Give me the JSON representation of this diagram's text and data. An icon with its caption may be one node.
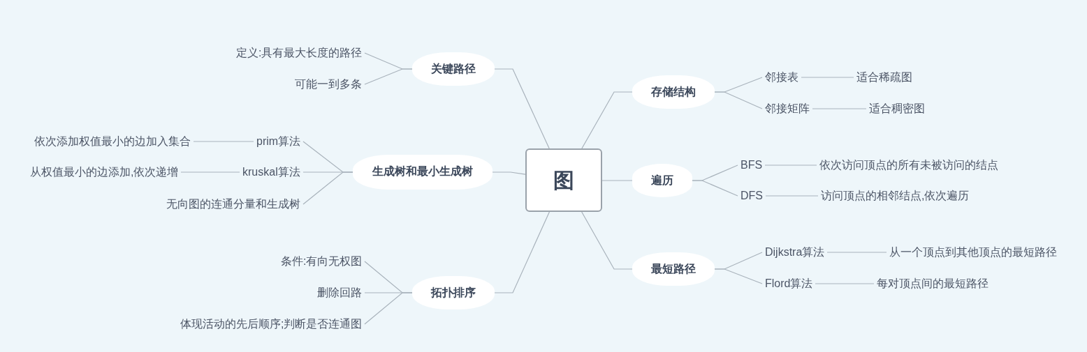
{
  "diagram": {
    "nodes": [
      {
        "text": [
          "图"
        ]
      },
      {
        "text": [
          "关键路径"
        ]
      },
      {
        "text": [
          "定义:具有最大长度的路径"
        ]
      },
      {
        "text": [
          "可能一到多条"
        ]
      },
      {
        "text": [
          "生成树和最小生成树"
        ]
      },
      {
        "text": [
          "prim算法"
        ]
      },
      {
        "text": [
          "依次添加权值最小的边加入集合"
        ]
      },
      {
        "text": [
          "kruskal算法"
        ]
      },
      {
        "text": [
          "从权值最小的边添加,依次递增"
        ]
      },
      {
        "text": [
          "无向图的连通分量和生成树"
        ]
      },
      {
        "text": [
          "拓扑排序"
        ]
      },
      {
        "text": [
          "条件:有向无权图"
        ]
      },
      {
        "text": [
          "删除回路"
        ]
      },
      {
        "text": [
          "体现活动的先后顺序;判断是否连通图"
        ]
      },
      {
        "text": [
          "存储结构"
        ]
      },
      {
        "text": [
          "邻接表"
        ]
      },
      {
        "text": [
          "适合稀疏图"
        ]
      },
      {
        "text": [
          "邻接矩阵"
        ]
      },
      {
        "text": [
          "适合稠密图"
        ]
      },
      {
        "text": [
          "遍历"
        ]
      },
      {
        "text": [
          "BFS"
        ]
      },
      {
        "text": [
          "依次访问顶点的所有未被访问的结点"
        ]
      },
      {
        "text": [
          "DFS"
        ]
      },
      {
        "text": [
          "访问顶点的相邻结点,依次遍历"
        ]
      },
      {
        "text": [
          "最短路径"
        ]
      },
      {
        "text": [
          "Dijkstra算法"
        ]
      },
      {
        "text": [
          "从一个顶点到其他顶点的最短路径"
        ]
      },
      {
        "text": [
          "Flord算法"
        ]
      },
      {
        "text": [
          "每对顶点间的最短路径"
        ]
      }
    ],
    "edges": [
      {
        "from": 0,
        "to": 1,
        "arrow": "none"
      },
      {
        "from": 1,
        "to": 2,
        "arrow": "none"
      },
      {
        "from": 1,
        "to": 3,
        "arrow": "none"
      },
      {
        "from": 0,
        "to": 4,
        "arrow": "none"
      },
      {
        "from": 4,
        "to": 5,
        "arrow": "none"
      },
      {
        "from": 5,
        "to": 6,
        "arrow": "none"
      },
      {
        "from": 4,
        "to": 7,
        "arrow": "none"
      },
      {
        "from": 7,
        "to": 8,
        "arrow": "none"
      },
      {
        "from": 4,
        "to": 9,
        "arrow": "none"
      },
      {
        "from": 0,
        "to": 10,
        "arrow": "none"
      },
      {
        "from": 10,
        "to": 11,
        "arrow": "none"
      },
      {
        "from": 10,
        "to": 12,
        "arrow": "none"
      },
      {
        "from": 10,
        "to": 13,
        "arrow": "none"
      },
      {
        "from": 0,
        "to": 14,
        "arrow": "none"
      },
      {
        "from": 14,
        "to": 15,
        "arrow": "none"
      },
      {
        "from": 15,
        "to": 16,
        "arrow": "none"
      },
      {
        "from": 14,
        "to": 17,
        "arrow": "none"
      },
      {
        "from": 17,
        "to": 18,
        "arrow": "none"
      },
      {
        "from": 0,
        "to": 19,
        "arrow": "none"
      },
      {
        "from": 19,
        "to": 20,
        "arrow": "none"
      },
      {
        "from": 20,
        "to": 21,
        "arrow": "none"
      },
      {
        "from": 19,
        "to": 22,
        "arrow": "none"
      },
      {
        "from": 22,
        "to": 23,
        "arrow": "none"
      },
      {
        "from": 0,
        "to": 24,
        "arrow": "none"
      },
      {
        "from": 24,
        "to": 25,
        "arrow": "none"
      },
      {
        "from": 25,
        "to": 26,
        "arrow": "none"
      },
      {
        "from": 24,
        "to": 27,
        "arrow": "none"
      },
      {
        "from": 27,
        "to": 28,
        "arrow": "none"
      }
    ]
  }
}
